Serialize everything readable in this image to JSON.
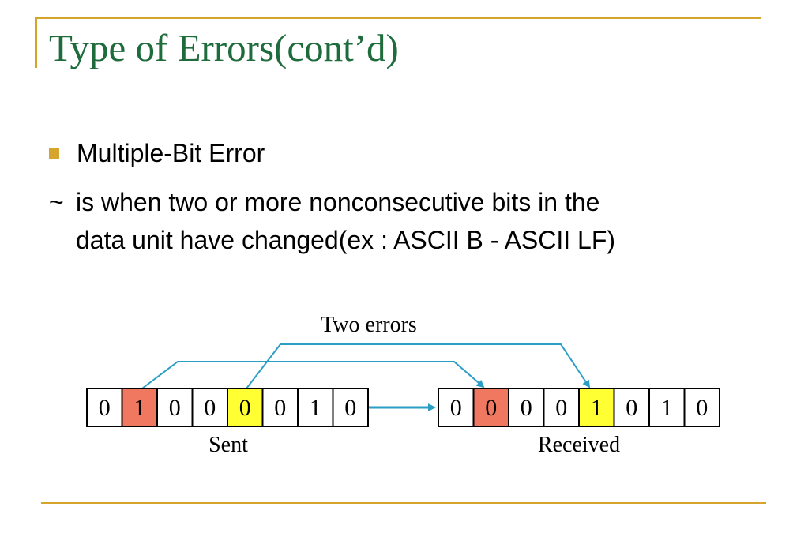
{
  "slide": {
    "title": "Type of Errors(cont’d)",
    "bullet": "Multiple-Bit Error",
    "sub_marker": "~",
    "sub_line1": "is when two or more nonconsecutive bits in the",
    "sub_line2": "data unit have changed(ex : ASCII B - ASCII LF)"
  },
  "diagram": {
    "annotation": "Two errors",
    "sent_label": "Sent",
    "received_label": "Received",
    "sent_bits": [
      "0",
      "1",
      "0",
      "0",
      "0",
      "0",
      "1",
      "0"
    ],
    "received_bits": [
      "0",
      "0",
      "0",
      "0",
      "1",
      "0",
      "1",
      "0"
    ],
    "error_positions": [
      1,
      4
    ],
    "colors": {
      "error_red": "#f07860",
      "error_yellow": "#ffff33",
      "arrow": "#2a9ec4"
    }
  }
}
